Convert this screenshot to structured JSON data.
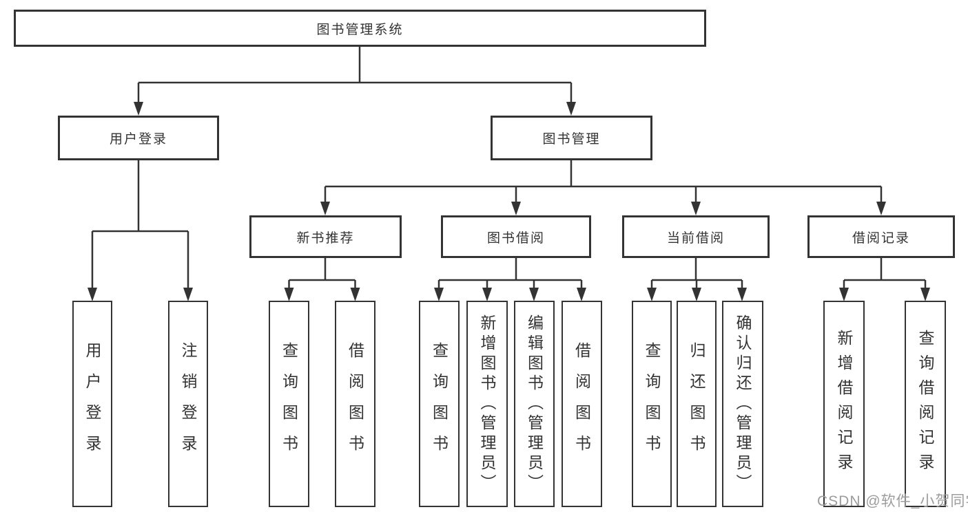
{
  "diagram": {
    "title": "图书管理系统",
    "level2": [
      {
        "label": "用户登录"
      },
      {
        "label": "图书管理"
      }
    ],
    "level3": [
      {
        "label": "新书推荐"
      },
      {
        "label": "图书借阅"
      },
      {
        "label": "当前借阅"
      },
      {
        "label": "借阅记录"
      }
    ],
    "leaves": {
      "login": [
        "用户登录",
        "注销登录"
      ],
      "recommend": [
        "查询图书",
        "借阅图书"
      ],
      "borrow": [
        "查询图书",
        "新增图书（管理员）",
        "编辑图书（管理员）",
        "借阅图书"
      ],
      "current": [
        "查询图书",
        "归还图书",
        "确认归还（管理员）"
      ],
      "record": [
        "新增借阅记录",
        "查询借阅记录"
      ]
    },
    "colors": {
      "line": "#333333",
      "text": "#333333",
      "box_background": "#ffffff",
      "page_background": "#ffffff"
    }
  },
  "watermark": {
    "text": "CSDN @软件_小贺同学",
    "color": "#9c9c9c"
  }
}
